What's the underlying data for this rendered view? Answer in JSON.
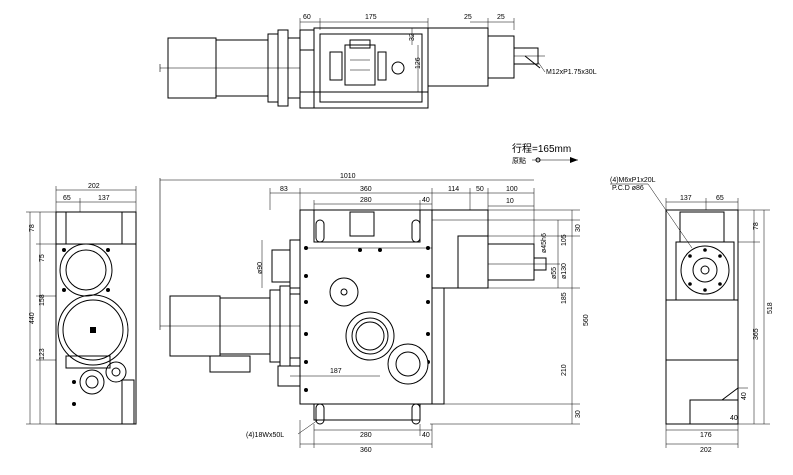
{
  "dims": {
    "top_60": "60",
    "top_175": "175",
    "top_25a": "25",
    "top_25b": "25",
    "top_32": "32",
    "top_126": "126",
    "thread_top": "M12xP1.75x30L",
    "stroke_label": "行程=165mm",
    "origin_label": "原點",
    "left_202": "202",
    "left_65": "65",
    "left_137": "137",
    "left_78": "78",
    "left_75": "75",
    "left_158": "158",
    "left_440": "440",
    "left_123": "123",
    "front_1010": "1010",
    "front_83": "83",
    "front_360_top": "360",
    "front_114": "114",
    "front_50": "50",
    "front_100": "100",
    "front_280_top": "280",
    "front_40_top": "40",
    "front_10": "10",
    "front_30_top": "30",
    "front_105": "105",
    "front_d45h6": "ø45h6",
    "front_d55": "ø55",
    "front_d130": "ø130",
    "front_d90": "ø90",
    "front_185": "185",
    "front_560": "560",
    "front_210": "210",
    "front_30_bot": "30",
    "front_187": "187",
    "front_slot": "(4)18Wx50L",
    "front_280_bot": "280",
    "front_40_bot": "40",
    "front_360_bot": "360",
    "right_thread": "(4)M6xP1x20L",
    "right_pcd": "P.C.D ø86",
    "right_137": "137",
    "right_65": "65",
    "right_78": "78",
    "right_518": "518",
    "right_365": "365",
    "right_40a": "40",
    "right_40b": "40",
    "right_176": "176",
    "right_202": "202"
  }
}
